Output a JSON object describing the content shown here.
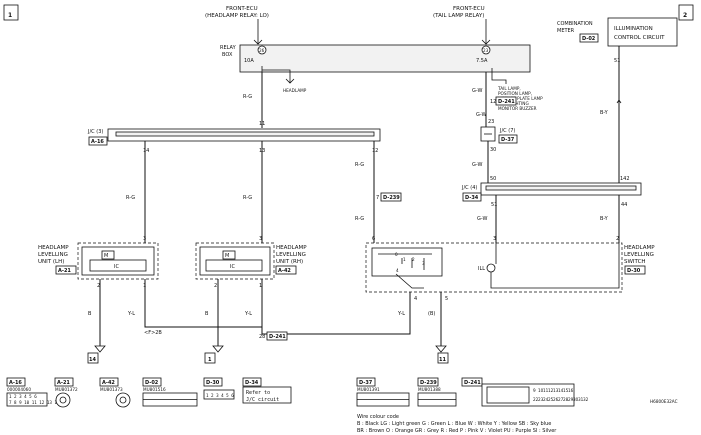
{
  "page_markers": [
    "1",
    "2"
  ],
  "relay_sources": [
    {
      "line1": "FRONT-ECU",
      "line2": "(HEADLAMP RELAY: LO)"
    },
    {
      "line1": "FRONT-ECU",
      "line2": "(TAIL LAMP RELAY)"
    }
  ],
  "relay_box": {
    "label1": "RELAY",
    "label2": "BOX",
    "pin_lo": "26",
    "fuse_lo": "10A",
    "pin_tail": "23",
    "fuse_tail": "7.5A",
    "headlamp_arrow": "HEADLAMP",
    "tail_note": [
      "TAIL LAMP,",
      "POSITION LAMP,",
      "LICENCE PLATE LAMP",
      "AND LIGHTING",
      "MONITOR BUZZER"
    ]
  },
  "combination_meter": {
    "label1": "COMBINATION",
    "label2": "METER",
    "conn": "D-02",
    "circuit1": "ILLUMINATION",
    "circuit2": "CONTROL CIRCUIT",
    "pin": "51"
  },
  "junction_connectors": [
    {
      "label": "J/C (3)",
      "conn": "A-16"
    },
    {
      "label": "J/C (7)",
      "conn": "D-37"
    },
    {
      "label": "J/C (4)",
      "conn": "D-34"
    }
  ],
  "units": [
    {
      "name1": "HEADLAMP",
      "name2": "LEVELLING",
      "name3": "UNIT (LH)",
      "conn": "A-21",
      "ic": "IC"
    },
    {
      "name1": "HEADLAMP",
      "name2": "LEVELLING",
      "name3": "UNIT (RH)",
      "conn": "A-42",
      "ic": "IC"
    },
    {
      "name1": "HEADLAMP",
      "name2": "LEVELLING",
      "name3": "SWITCH",
      "conn": "D-30",
      "ill": "ILL"
    }
  ],
  "wire_labels": {
    "r_g": "R-G",
    "g_w": "G-W",
    "b_y": "B-Y",
    "y_l": "Y-L",
    "b": "B",
    "b_paren": "(B)",
    "g_w_plain": "G-W"
  },
  "pin_numbers": {
    "jc3_top": "11",
    "jc3_p14": "14",
    "jc3_p13": "13",
    "jc3_p12": "12",
    "lh_p3": "3",
    "lh_p2": "2",
    "lh_p1": "1",
    "rh_p3": "3",
    "rh_p2": "2",
    "rh_p1": "1",
    "d239_pin": "7",
    "d239": "D-239",
    "d241_pin_top": "12",
    "d241": "D-241",
    "jc7_p23": "23",
    "jc7_p30": "30",
    "jc4_p50": "50",
    "jc4_p142": "142",
    "jc4_p51": "51",
    "jc4_p44": "44",
    "sw_p6": "6",
    "sw_p3": "3",
    "sw_p2": "2",
    "sw_p4": "4",
    "sw_p5": "5",
    "d241_pin_bot": "28",
    "d241_bot": "D-241",
    "sw_pos": [
      "0",
      "1",
      "2",
      "3",
      "4"
    ]
  },
  "splice_label": "<F>2B",
  "grounds": [
    "14",
    "1",
    "11"
  ],
  "connector_legend": [
    {
      "id": "A-16",
      "sub": "000004060",
      "pins_top": "1 2 3  4 5 6",
      "pins_bot": "7 8 9 10 11 12 13 14"
    },
    {
      "id": "A-21",
      "sub": "MU801372"
    },
    {
      "id": "A-42",
      "sub": "MU801373"
    },
    {
      "id": "D-02",
      "sub": "MU801516"
    },
    {
      "id": "D-30",
      "sub": ""
    },
    {
      "id": "D-34",
      "refer1": "Refer to",
      "refer2": "J/C circuit"
    },
    {
      "id": "D-37",
      "sub": "MU801391"
    },
    {
      "id": "D-239",
      "sub": "MU801388"
    },
    {
      "id": "D-241",
      "sub": ""
    }
  ],
  "d241_pins": [
    "9",
    "10",
    "11",
    "12",
    "13",
    "14",
    "15",
    "16",
    "22",
    "23",
    "24",
    "25",
    "26",
    "27",
    "28",
    "29",
    "30",
    "31",
    "32"
  ],
  "wire_colour_code": {
    "title": "Wire colour code",
    "line1": "B : Black    LG : Light green    G : Green    L : Blue    W : White    Y : Yellow    SB : Sky blue",
    "line2": "BR : Brown    O : Orange    GR : Grey    R : Red    P : Pink    V : Violet    PU : Purple    SI : Silver"
  },
  "figure_code": "H6800E32AC"
}
